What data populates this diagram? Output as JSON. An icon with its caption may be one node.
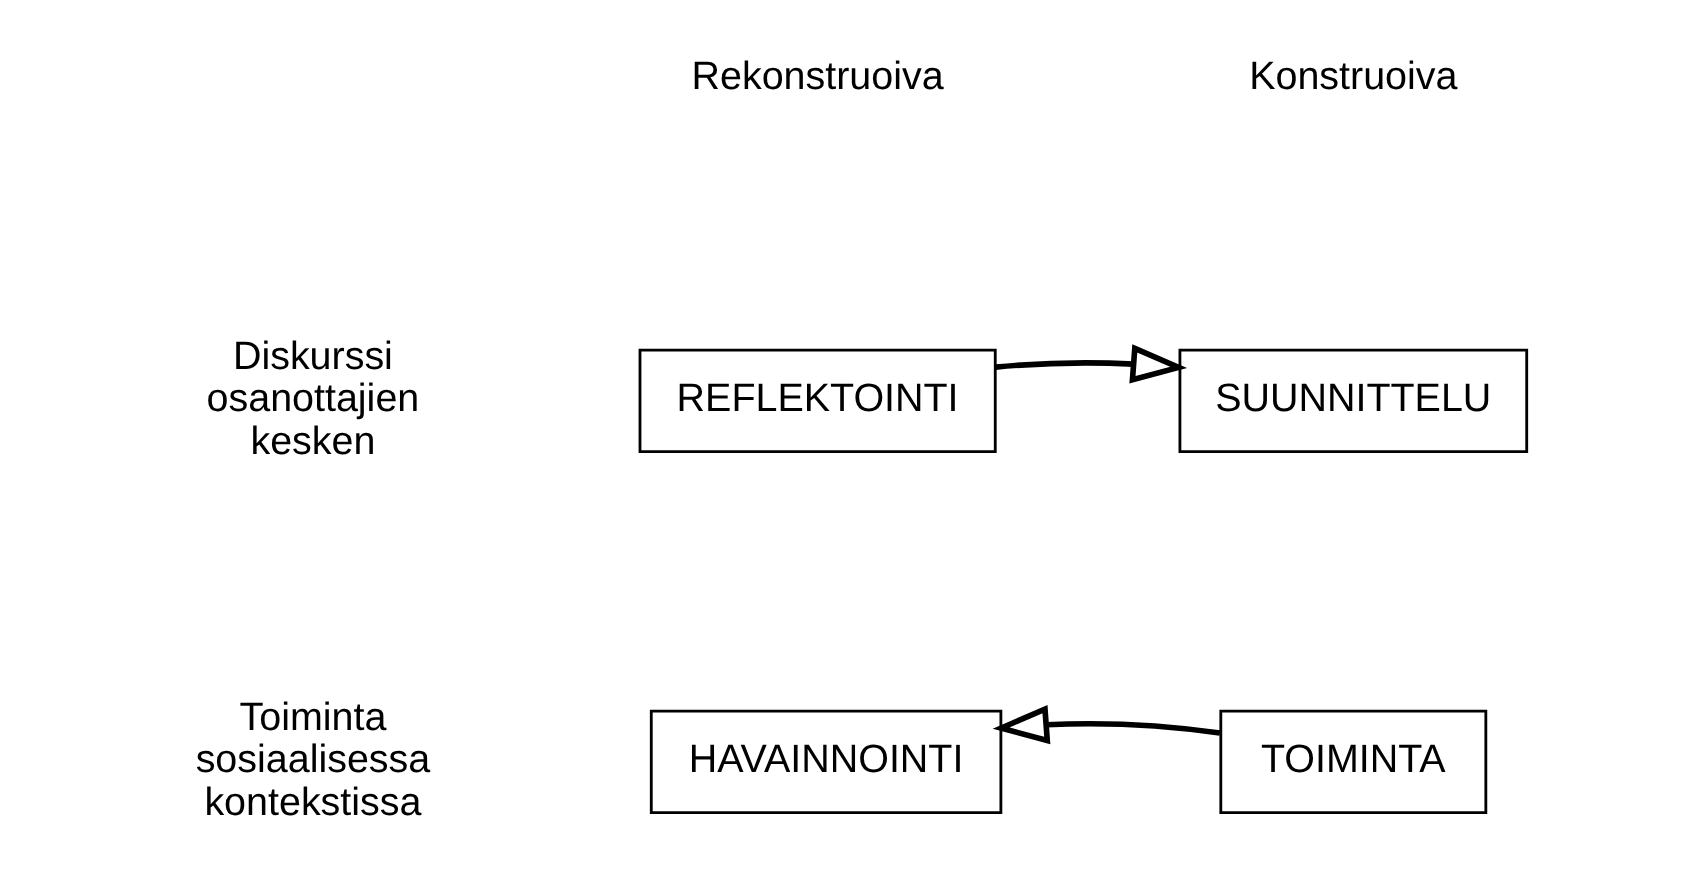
{
  "diagram": {
    "nodes": [
      {
        "text": [
          "REFLEKTOINTI"
        ]
      },
      {
        "text": [
          "SUUNNITTELU"
        ]
      },
      {
        "text": [
          "HAVAINNOINTI"
        ]
      },
      {
        "text": [
          "TOIMINTA"
        ]
      }
    ],
    "edges": [
      {
        "from": 0,
        "to": 1,
        "arrow": "to"
      },
      {
        "from": 3,
        "to": 2,
        "arrow": "to"
      }
    ],
    "labels": [
      "Rekonstruoiva",
      "Konstruoiva",
      "Diskurssi osanottajien kesken",
      "Toiminta sosiaalisessa kontekstissa"
    ]
  }
}
